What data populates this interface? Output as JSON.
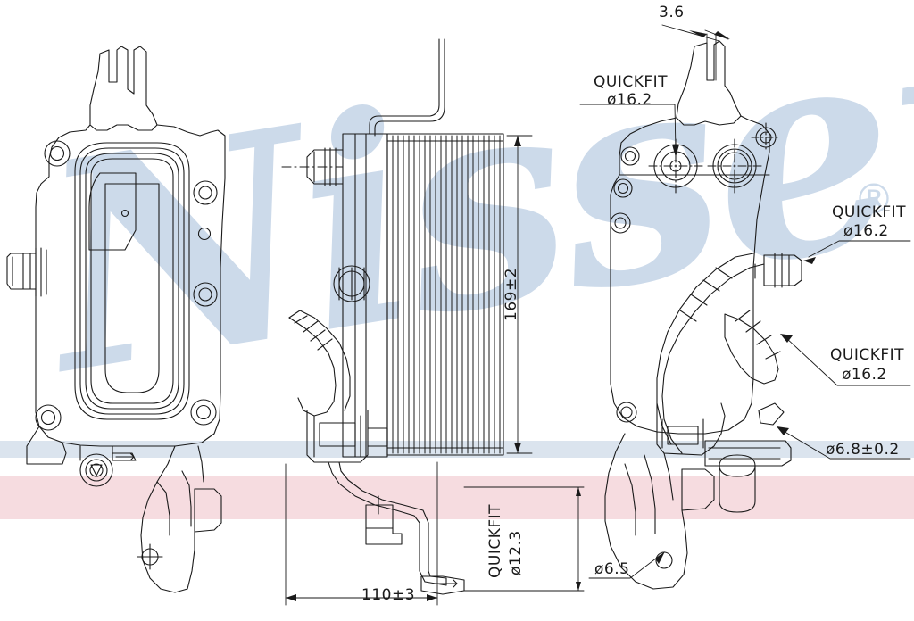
{
  "drawing": {
    "title": "Oil cooler technical drawing - three orthographic views",
    "watermark": {
      "brand": "Nissens",
      "registered_mark": "®",
      "color": "#ccdaea"
    },
    "background_bands": [
      {
        "name": "blue-band",
        "color": "#dbe4ee"
      },
      {
        "name": "pink-band",
        "color": "#f6dce0"
      }
    ],
    "line_color": "#1a1a1a"
  },
  "annotations": {
    "top_gap": "3.6",
    "quickfit_top": {
      "line1": "QUICKFIT",
      "line2": "ø16.2"
    },
    "quickfit_right_upper": {
      "line1": "QUICKFIT",
      "line2": "ø16.2"
    },
    "quickfit_right_lower": {
      "line1": "QUICKFIT",
      "line2": "ø16.2"
    },
    "height_dim": "169±2",
    "width_dim": "110±3",
    "quickfit_bottom": {
      "line1": "QUICKFIT",
      "line2": "ø12.3"
    },
    "hole_tolerance": "ø6.8±0.2",
    "hole_diameter": "ø6.5"
  }
}
